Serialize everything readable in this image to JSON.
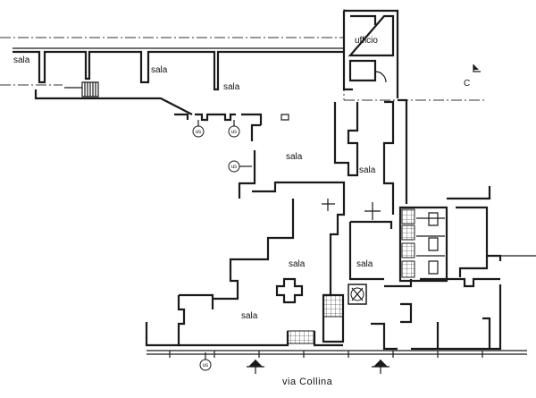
{
  "plan": {
    "rooms": {
      "sala_1": "sala",
      "sala_2": "sala",
      "sala_3": "sala",
      "sala_4": "sala",
      "sala_5": "sala",
      "sala_6": "sala",
      "sala_7": "sala",
      "sala_8": "sala",
      "ufficio": "ufficio"
    },
    "exits": [
      "us",
      "us",
      "us",
      "us"
    ],
    "section_marker": "C",
    "street": "via Collina"
  }
}
